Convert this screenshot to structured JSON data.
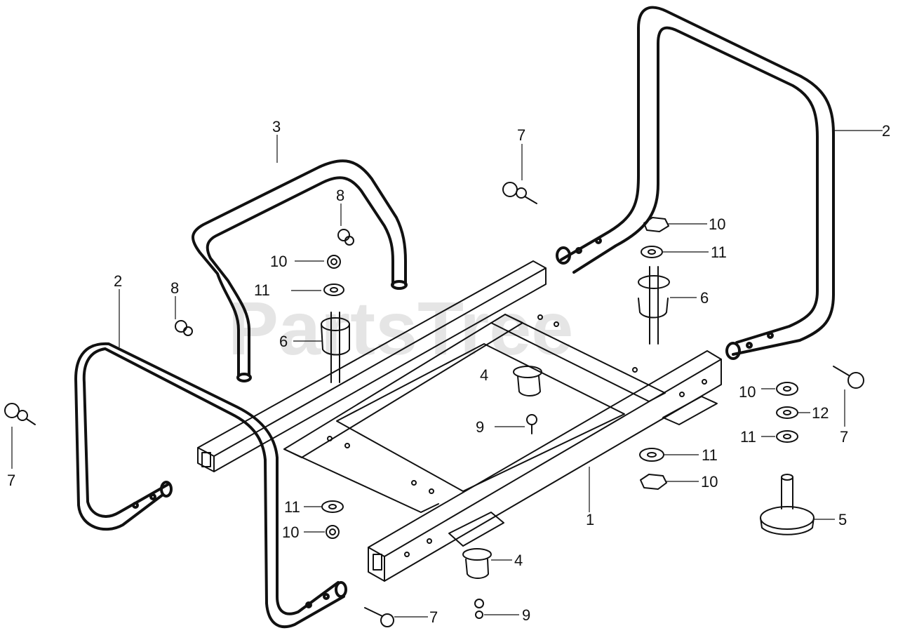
{
  "watermark": "PartsTree",
  "callouts": [
    {
      "id": "c-3",
      "label": "3"
    },
    {
      "id": "c-7-top",
      "label": "7"
    },
    {
      "id": "c-2-right",
      "label": "2"
    },
    {
      "id": "c-8-top",
      "label": "8"
    },
    {
      "id": "c-10-a",
      "label": "10"
    },
    {
      "id": "c-11-a",
      "label": "11"
    },
    {
      "id": "c-2-left",
      "label": "2"
    },
    {
      "id": "c-8-left",
      "label": "8"
    },
    {
      "id": "c-6-left",
      "label": "6"
    },
    {
      "id": "c-10-r1",
      "label": "10"
    },
    {
      "id": "c-11-r1",
      "label": "11"
    },
    {
      "id": "c-6-right",
      "label": "6"
    },
    {
      "id": "c-4-top",
      "label": "4"
    },
    {
      "id": "c-9-top",
      "label": "9"
    },
    {
      "id": "c-10-r2",
      "label": "10"
    },
    {
      "id": "c-12",
      "label": "12"
    },
    {
      "id": "c-11-r2",
      "label": "11"
    },
    {
      "id": "c-7-right",
      "label": "7"
    },
    {
      "id": "c-7-left",
      "label": "7"
    },
    {
      "id": "c-11-r3",
      "label": "11"
    },
    {
      "id": "c-10-r3",
      "label": "10"
    },
    {
      "id": "c-1",
      "label": "1"
    },
    {
      "id": "c-5",
      "label": "5"
    },
    {
      "id": "c-11-b",
      "label": "11"
    },
    {
      "id": "c-10-b",
      "label": "10"
    },
    {
      "id": "c-4-bottom",
      "label": "4"
    },
    {
      "id": "c-7-bottom",
      "label": "7"
    },
    {
      "id": "c-9-bottom",
      "label": "9"
    }
  ]
}
